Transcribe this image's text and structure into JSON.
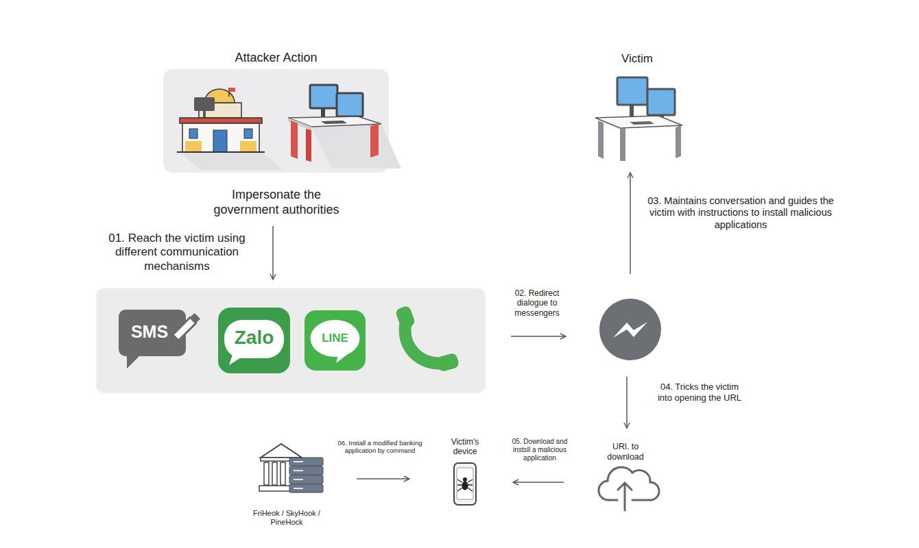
{
  "diagram": {
    "nodes": [
      {
        "text": [
          "Attacker Action",
          "Impersonate the government authorities"
        ]
      },
      {
        "text": []
      },
      {
        "text": [
          "SMS"
        ],
        "in": 1
      },
      {
        "text": [
          "Zalo"
        ],
        "in": 1
      },
      {
        "text": [
          "LINE"
        ],
        "in": 1
      },
      {
        "text": []
      },
      {
        "text": [
          "Victim"
        ]
      },
      {
        "text": [
          "URl. to download"
        ]
      },
      {
        "text": [
          "Victim's device"
        ]
      },
      {
        "text": [
          "FriHeok / SkyHook / PineHock"
        ]
      }
    ],
    "edges": [
      {
        "from": 0,
        "to": 1,
        "arrow": "to",
        "label": "01. Reach the victim using different communication mechanisms"
      },
      {
        "from": 1,
        "to": 5,
        "arrow": "to",
        "label": "02. Redirect dialogue to messengers"
      },
      {
        "from": 5,
        "to": 6,
        "arrow": "to",
        "label": "03. Maintains conversation and guides the victim with instructions to install malicious applications"
      },
      {
        "from": 5,
        "to": 7,
        "arrow": "to",
        "label": "04. Tricks the victim into opening the URL"
      },
      {
        "from": 7,
        "to": 8,
        "arrow": "to",
        "label": "05. Download and instsll a malicious application"
      },
      {
        "from": 9,
        "to": 8,
        "arrow": "to",
        "label": "06. Install a modified banking application by command"
      }
    ]
  }
}
